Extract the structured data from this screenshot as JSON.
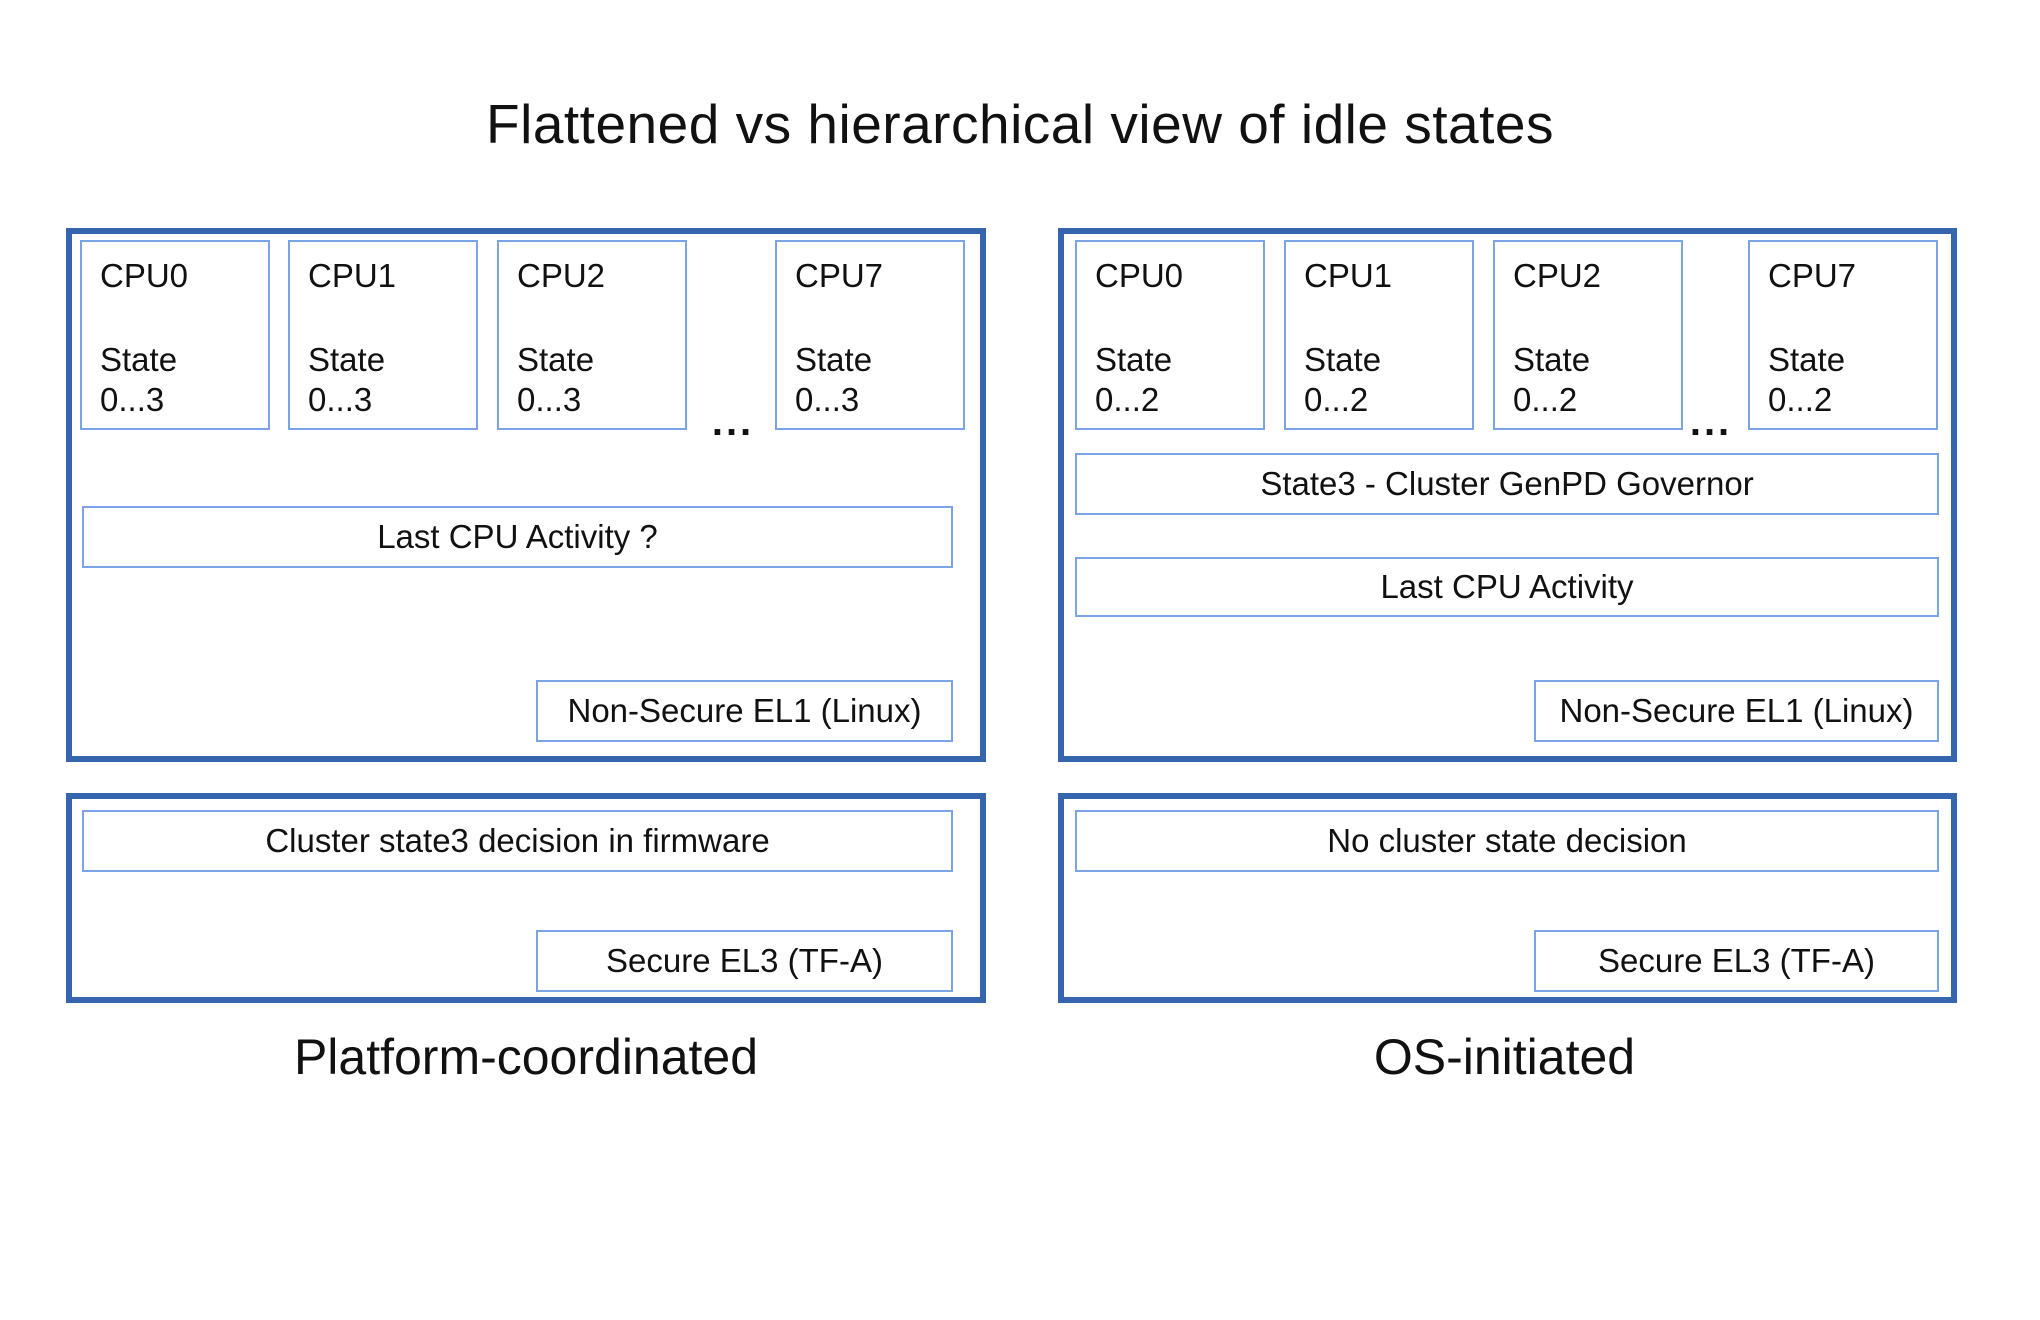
{
  "title": "Flattened vs hierarchical view of idle states",
  "colors": {
    "panel_border": "#3565ad",
    "box_border": "#7aa4e6",
    "text": "#111111",
    "background": "#ffffff"
  },
  "left": {
    "caption": "Platform-coordinated",
    "ellipsis": "...",
    "cpus": [
      {
        "label": "CPU0",
        "state_line1": "State",
        "state_line2": "0...3"
      },
      {
        "label": "CPU1",
        "state_line1": "State",
        "state_line2": "0...3"
      },
      {
        "label": "CPU2",
        "state_line1": "State",
        "state_line2": "0...3"
      },
      {
        "label": "CPU7",
        "state_line1": "State",
        "state_line2": "0...3"
      }
    ],
    "activity": "Last CPU Activity ?",
    "el1": "Non-Secure EL1 (Linux)",
    "firmware_decision": "Cluster state3 decision in firmware",
    "el3": "Secure EL3 (TF-A)"
  },
  "right": {
    "caption": "OS-initiated",
    "ellipsis": "...",
    "cpus": [
      {
        "label": "CPU0",
        "state_line1": "State",
        "state_line2": "0...2"
      },
      {
        "label": "CPU1",
        "state_line1": "State",
        "state_line2": "0...2"
      },
      {
        "label": "CPU2",
        "state_line1": "State",
        "state_line2": "0...2"
      },
      {
        "label": "CPU7",
        "state_line1": "State",
        "state_line2": "0...2"
      }
    ],
    "governor": "State3 - Cluster GenPD Governor",
    "activity": "Last CPU Activity",
    "el1": "Non-Secure EL1 (Linux)",
    "cluster_decision": "No cluster state decision",
    "el3": "Secure EL3 (TF-A)"
  }
}
